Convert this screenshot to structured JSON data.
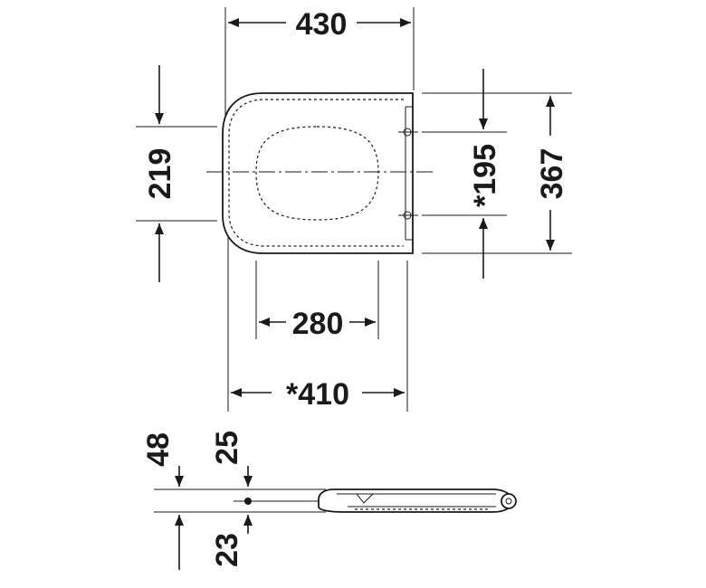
{
  "top_view": {
    "dimensions": {
      "overall_width": "430",
      "rim_width": "*410",
      "inner_opening_width": "280",
      "inner_opening_height": "219",
      "hinge_spacing": "*195",
      "overall_length": "367"
    }
  },
  "side_view": {
    "dimensions": {
      "height_total": "48",
      "height_upper": "25",
      "height_lower": "23"
    }
  }
}
